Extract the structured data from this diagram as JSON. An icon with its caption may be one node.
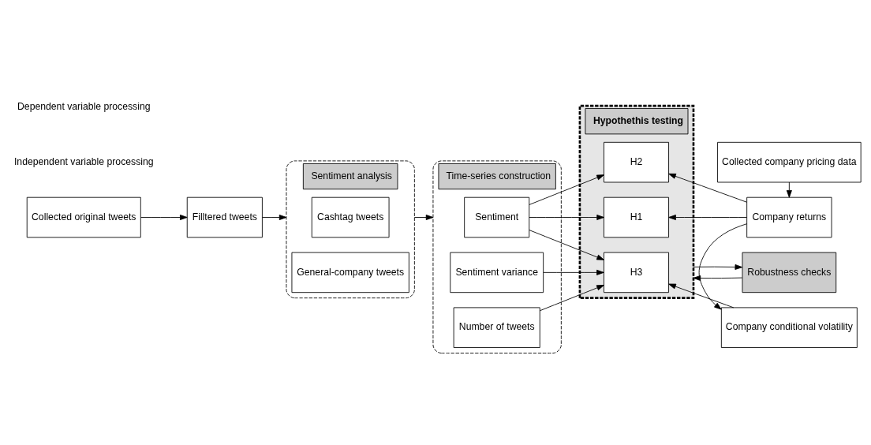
{
  "diagram": {
    "nodes": [
      {
        "text": [
          "Collected original tweets"
        ]
      },
      {
        "text": [
          "Filltered tweets"
        ]
      },
      {
        "text": [
          "Sentiment analysis"
        ]
      },
      {
        "text": [
          "Cashtag tweets"
        ],
        "in": 2
      },
      {
        "text": [
          "General-company tweets"
        ],
        "in": 2
      },
      {
        "text": [
          "Time-series construction"
        ]
      },
      {
        "text": [
          "Sentiment"
        ],
        "in": 5
      },
      {
        "text": [
          "Sentiment variance"
        ],
        "in": 5
      },
      {
        "text": [
          "Number of tweets"
        ],
        "in": 5
      },
      {
        "text": [
          "Hypothethis testing"
        ]
      },
      {
        "text": [
          "H1"
        ],
        "in": 9
      },
      {
        "text": [
          "H2"
        ],
        "in": 9
      },
      {
        "text": [
          "H3"
        ],
        "in": 9
      },
      {
        "text": [
          "Collected company pricing data"
        ]
      },
      {
        "text": [
          "Company returns"
        ]
      },
      {
        "text": [
          "Company conditional volatility"
        ]
      },
      {
        "text": [
          "Robustness checks"
        ]
      }
    ],
    "edges": [
      {
        "from": 0,
        "to": 1,
        "arrow": "to"
      },
      {
        "from": 1,
        "to": 2,
        "arrow": "to"
      },
      {
        "from": 2,
        "to": 5,
        "arrow": "to"
      },
      {
        "from": 6,
        "to": 10,
        "arrow": "to"
      },
      {
        "from": 6,
        "to": 11,
        "arrow": "to"
      },
      {
        "from": 6,
        "to": 12,
        "arrow": "to"
      },
      {
        "from": 7,
        "to": 12,
        "arrow": "to"
      },
      {
        "from": 8,
        "to": 12,
        "arrow": "to"
      },
      {
        "from": 14,
        "to": 10,
        "arrow": "to"
      },
      {
        "from": 14,
        "to": 11,
        "arrow": "to"
      },
      {
        "from": 15,
        "to": 12,
        "arrow": "to"
      },
      {
        "from": 13,
        "to": 14,
        "arrow": "to"
      },
      {
        "from": 14,
        "to": 15,
        "arrow": "to"
      },
      {
        "from": 16,
        "to": 9,
        "arrow": "to"
      },
      {
        "from": 9,
        "to": 16,
        "arrow": "to"
      }
    ],
    "labels": [
      "Independent variable processing",
      "Dependent variable processing"
    ]
  }
}
